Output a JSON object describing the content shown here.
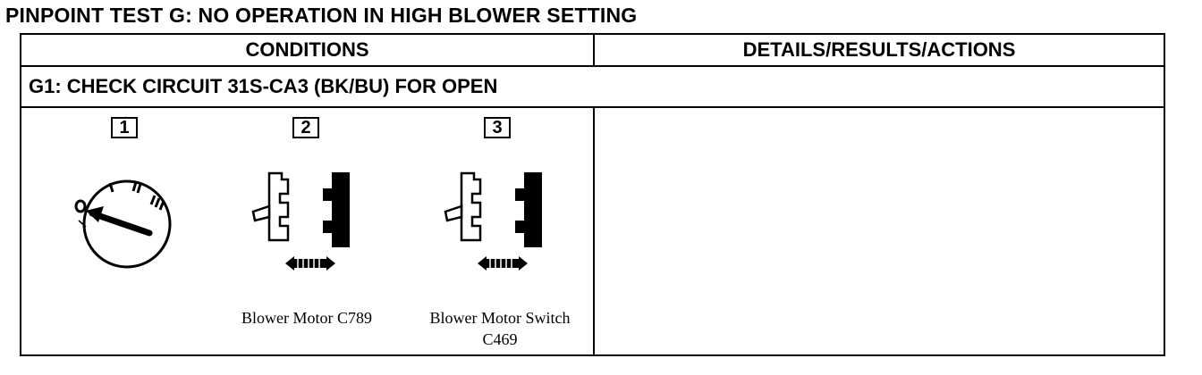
{
  "page": {
    "title": "PINPOINT TEST G: NO OPERATION IN HIGH BLOWER SETTING"
  },
  "table": {
    "headers": {
      "conditions": "CONDITIONS",
      "details": "DETAILS/RESULTS/ACTIONS"
    },
    "step": {
      "title": "G1: CHECK CIRCUIT 31S-CA3 (BK/BU) FOR OPEN",
      "details_text": ""
    },
    "illustrations": [
      {
        "number": "1",
        "icon": "ignition-switch-off-icon",
        "caption_line1": "",
        "caption_line2": ""
      },
      {
        "number": "2",
        "icon": "disconnect-connector-icon",
        "caption_line1": "Blower Motor C789",
        "caption_line2": ""
      },
      {
        "number": "3",
        "icon": "disconnect-connector-icon",
        "caption_line1": "Blower Motor Switch",
        "caption_line2": "C469"
      }
    ]
  }
}
